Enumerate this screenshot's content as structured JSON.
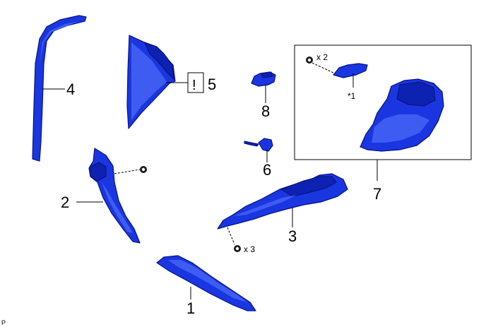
{
  "callouts": {
    "c1": "1",
    "c2": "2",
    "c3": "3",
    "c4": "4",
    "c5": "5",
    "c6": "6",
    "c7": "7",
    "c8": "8"
  },
  "notes": {
    "warning_mark": "!",
    "qty_clip_7": "x 2",
    "qty_screw_3": "x 3",
    "subref_7": "*1",
    "corner_code": "P"
  },
  "colors": {
    "part_fill": "#1a36e0",
    "part_stroke": "#07148a",
    "line": "#000000",
    "background": "#ffffff"
  }
}
